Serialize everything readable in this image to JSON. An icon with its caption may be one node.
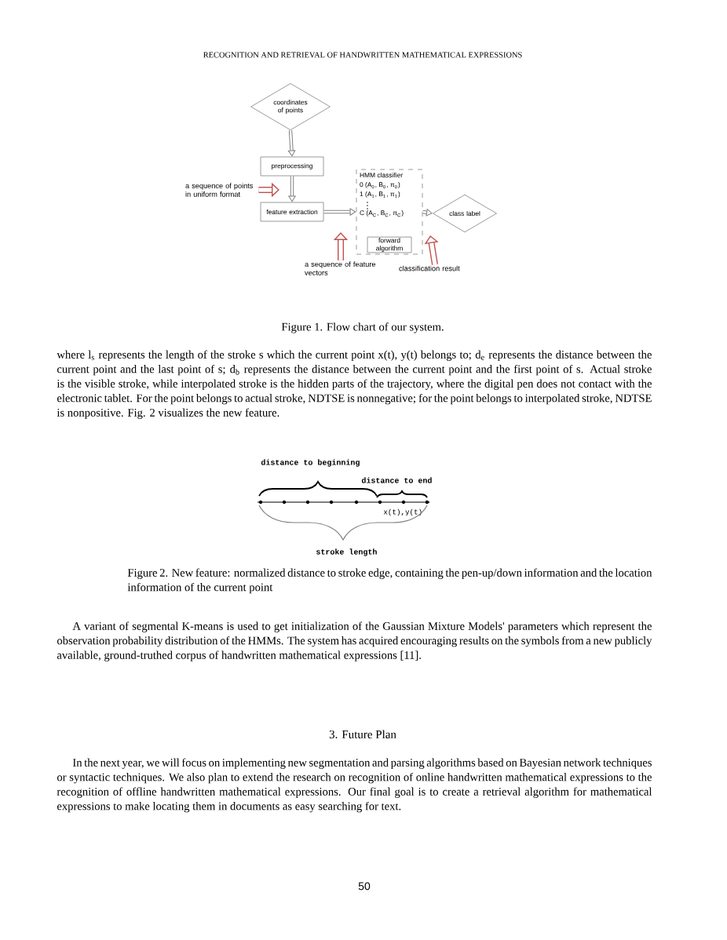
{
  "diagram": {
    "caption": "Figure 1. Flow chart of our system.",
    "nodes": [
      {
        "text": [
          "coordinates of points"
        ]
      },
      {
        "text": [
          "preprocessing"
        ]
      },
      {
        "text": [
          "a sequence of points in uniform format"
        ]
      },
      {
        "text": [
          "feature extraction"
        ]
      },
      {
        "text": [
          "HMM classifier",
          "0 (A$_{0}$, B$_{0}$, π$_{0}$)",
          "1 (A$_{1}$, B$_{1}$, π$_{1}$)",
          "C (A$_{C}$, B$_{C}$, π$_{C}$)"
        ]
      },
      {
        "text": [
          "forward algorithm"
        ],
        "in": 4
      },
      {
        "text": [
          "class label"
        ]
      },
      {
        "text": [
          "a sequence of feature vectors"
        ]
      },
      {
        "text": [
          "classification result"
        ]
      }
    ],
    "edges": [
      {
        "from": 0,
        "to": 1,
        "arrow": "to"
      },
      {
        "from": 1,
        "to": 3,
        "arrow": "to"
      },
      {
        "from": 3,
        "to": 4,
        "arrow": "to"
      },
      {
        "from": 4,
        "to": 6,
        "arrow": "to"
      },
      {
        "from": 2,
        "to": null,
        "arrow": "to",
        "style": "thick",
        "color": "#c0504d"
      },
      {
        "from": 7,
        "to": null,
        "arrow": "to",
        "style": "thick",
        "color": "#c0504d"
      },
      {
        "from": 8,
        "to": null,
        "arrow": "to",
        "style": "thick",
        "color": "#c0504d"
      }
    ],
    "labels": [
      "RECOGNITION AND RETRIEVAL OF HANDWRITTEN MATHEMATICAL EXPRESSIONS",
      "where l$_{s}$ represents the length of the stroke s which the current point x(t), y(t) belongs to; d$_{e}$ represents the distance between the current point and the last point of s; d$_{b}$ represents the distance between the current point and the first point of s. Actual stroke is the visible stroke, while interpolated stroke is the hidden parts of the trajectory, where the digital pen does not contact with the electronic tablet. For the point belongs to actual stroke, NDTSE is nonnegative; for the point belongs to interpolated stroke, NDTSE is nonpositive. Fig. 2 visualizes the new feature.",
      "distance to beginning",
      "distance to end",
      "x(t),y(t)",
      "stroke length",
      "Figure 2. New feature: normalized distance to stroke edge, containing the pen-up/down information and the location information of the current point",
      "A variant of segmental K-means is used to get initialization of the Gaussian Mixture Models' parameters which represent the observation probability distribution of the HMMs. The system has acquired encouraging results on the symbols from a new publicly available, ground-truthed corpus of handwritten mathematical expressions [11].",
      "3. Future Plan",
      "In the next year, we will focus on implementing new segmentation and parsing algorithms based on Bayesian network techniques or syntactic techniques. We also plan to extend the research on recognition of online handwritten mathematical expressions to the recognition of offline handwritten mathematical expressions. Our final goal is to create a retrieval algorithm for mathematical expressions to make locating them in documents as easy searching for text.",
      "50"
    ]
  }
}
